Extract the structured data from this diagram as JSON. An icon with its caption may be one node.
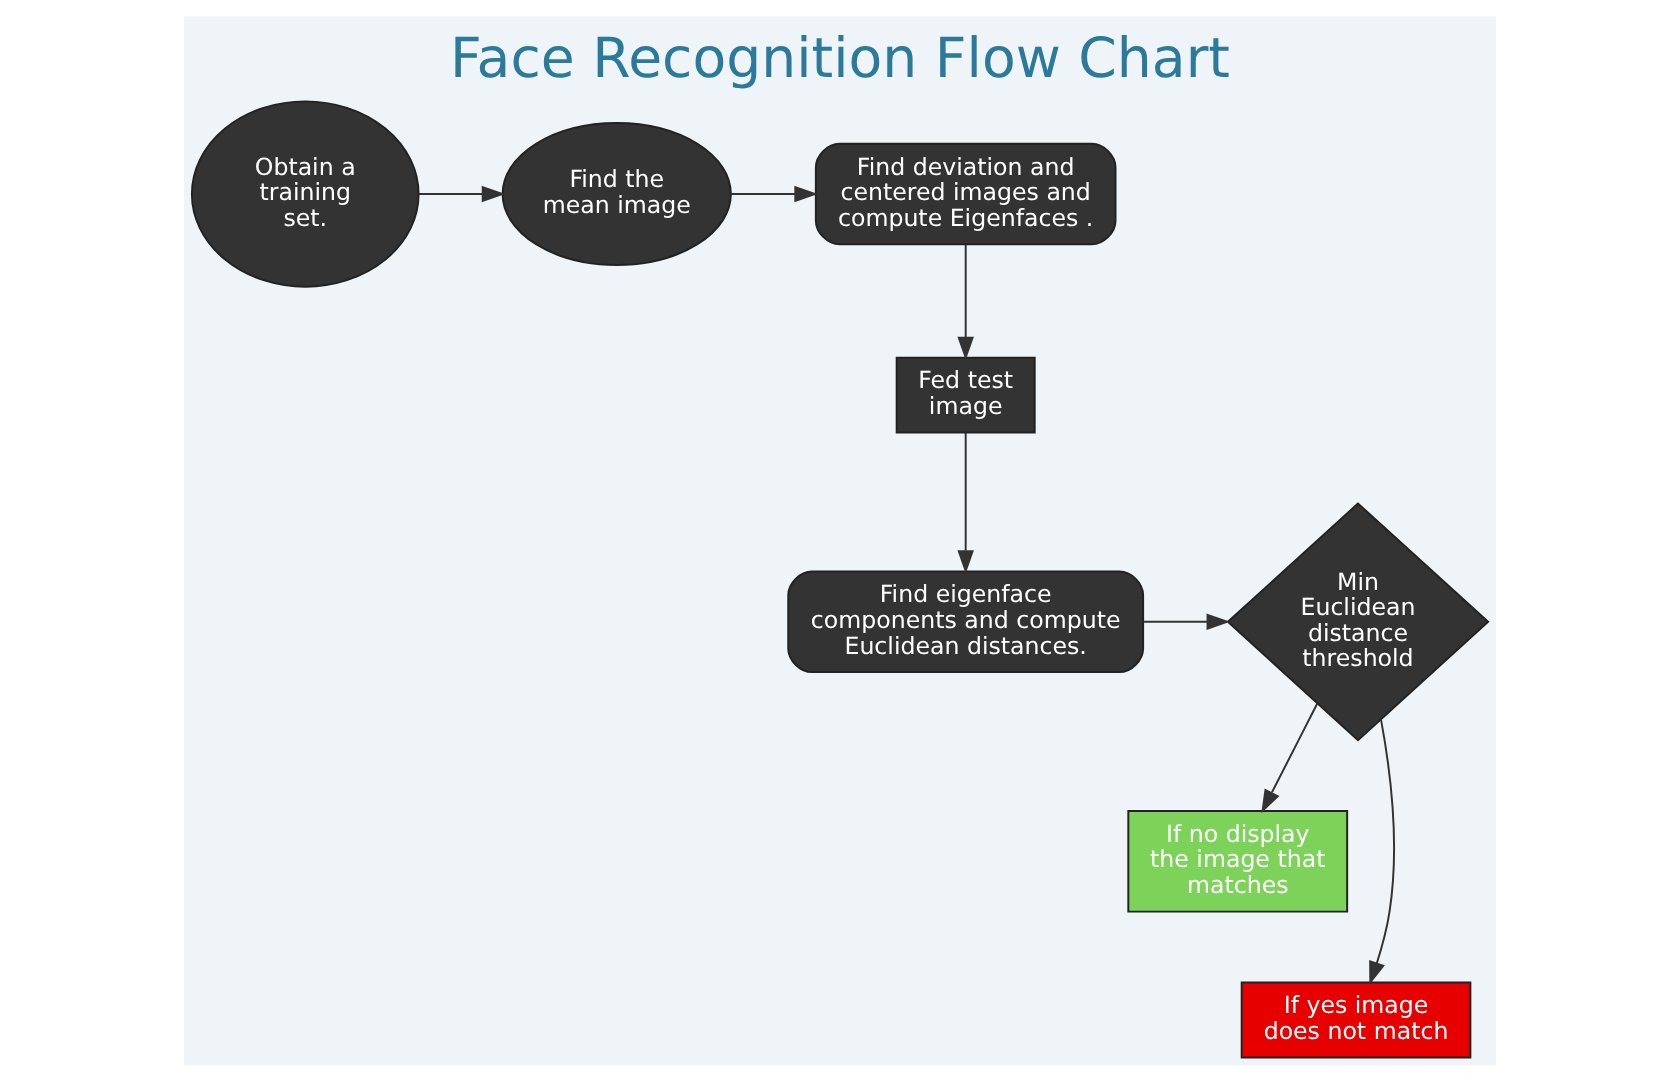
{
  "diagram": {
    "title": "Face Recognition Flow Chart",
    "nodes": [
      {
        "text": [
          "Obtain a training set."
        ]
      },
      {
        "text": [
          "Find the mean image"
        ]
      },
      {
        "text": [
          "Find deviation and centered images and compute Eigenfaces ."
        ]
      },
      {
        "text": [
          "Fed test image"
        ]
      },
      {
        "text": [
          "Find eigenface components and compute Euclidean distances."
        ]
      },
      {
        "text": [
          "Min Euclidean distance threshold"
        ]
      },
      {
        "text": [
          "If no display the image that matches"
        ]
      },
      {
        "text": [
          "If yes image does not match"
        ]
      }
    ],
    "edges": [
      {
        "from": 0,
        "to": 1,
        "arrow": "to"
      },
      {
        "from": 1,
        "to": 2,
        "arrow": "to"
      },
      {
        "from": 2,
        "to": 3,
        "arrow": "to"
      },
      {
        "from": 3,
        "to": 4,
        "arrow": "to"
      },
      {
        "from": 4,
        "to": 5,
        "arrow": "to"
      },
      {
        "from": 5,
        "to": 6,
        "arrow": "to"
      },
      {
        "from": 5,
        "to": 7,
        "arrow": "to"
      }
    ]
  }
}
